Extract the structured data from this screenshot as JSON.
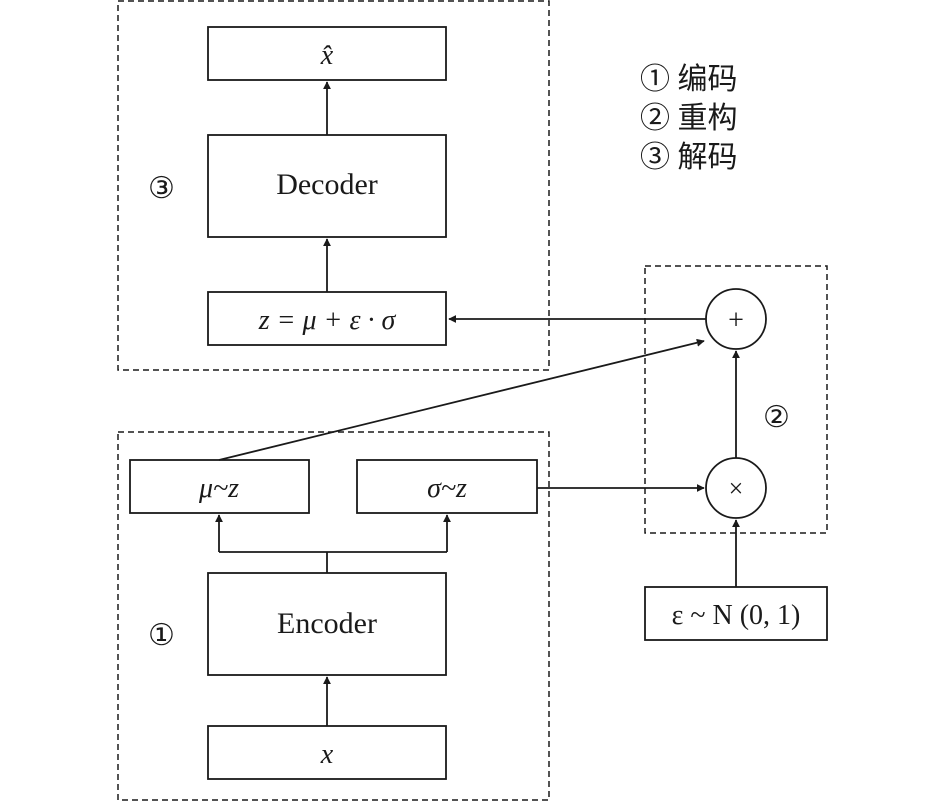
{
  "legend": {
    "item1": "① 编码",
    "item2": "② 重构",
    "item3": "③ 解码"
  },
  "marker_labels": {
    "decode": "③",
    "reconstruct": "②",
    "encode": "①"
  },
  "nodes": {
    "x_hat": "x̂",
    "decoder": "Decoder",
    "z_formula": "z = μ + ε · σ",
    "mu_z": "μ~z",
    "sigma_z": "σ~z",
    "encoder": "Encoder",
    "x_input": "x",
    "epsilon": "ε ~ N (0, 1)",
    "plus_op": "+",
    "times_op": "×"
  }
}
